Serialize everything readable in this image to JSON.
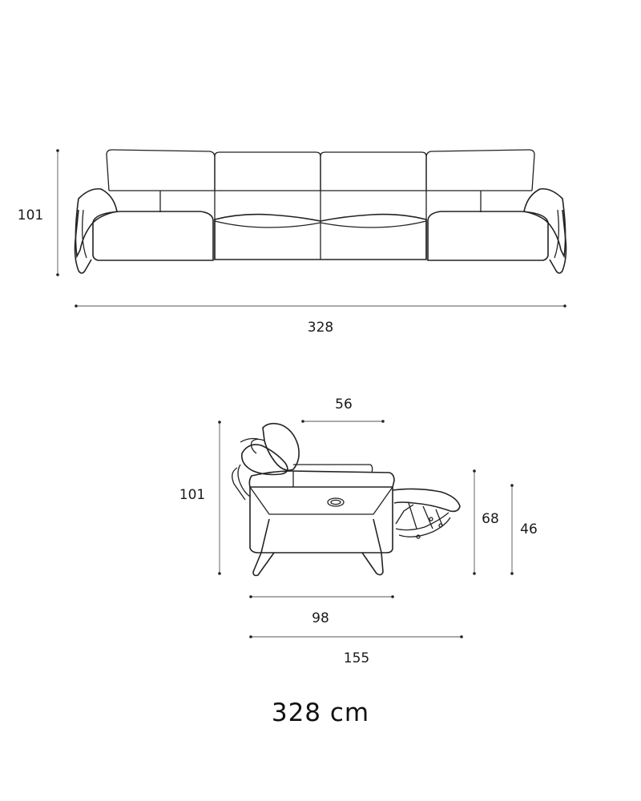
{
  "front_view": {
    "height_label": "101",
    "width_label": "328"
  },
  "side_view": {
    "headrest_depth_label": "56",
    "height_label": "101",
    "seat_depth_label": "98",
    "extended_depth_label": "155",
    "arm_height_label": "68",
    "seat_height_label": "46"
  },
  "caption": "328 cm"
}
